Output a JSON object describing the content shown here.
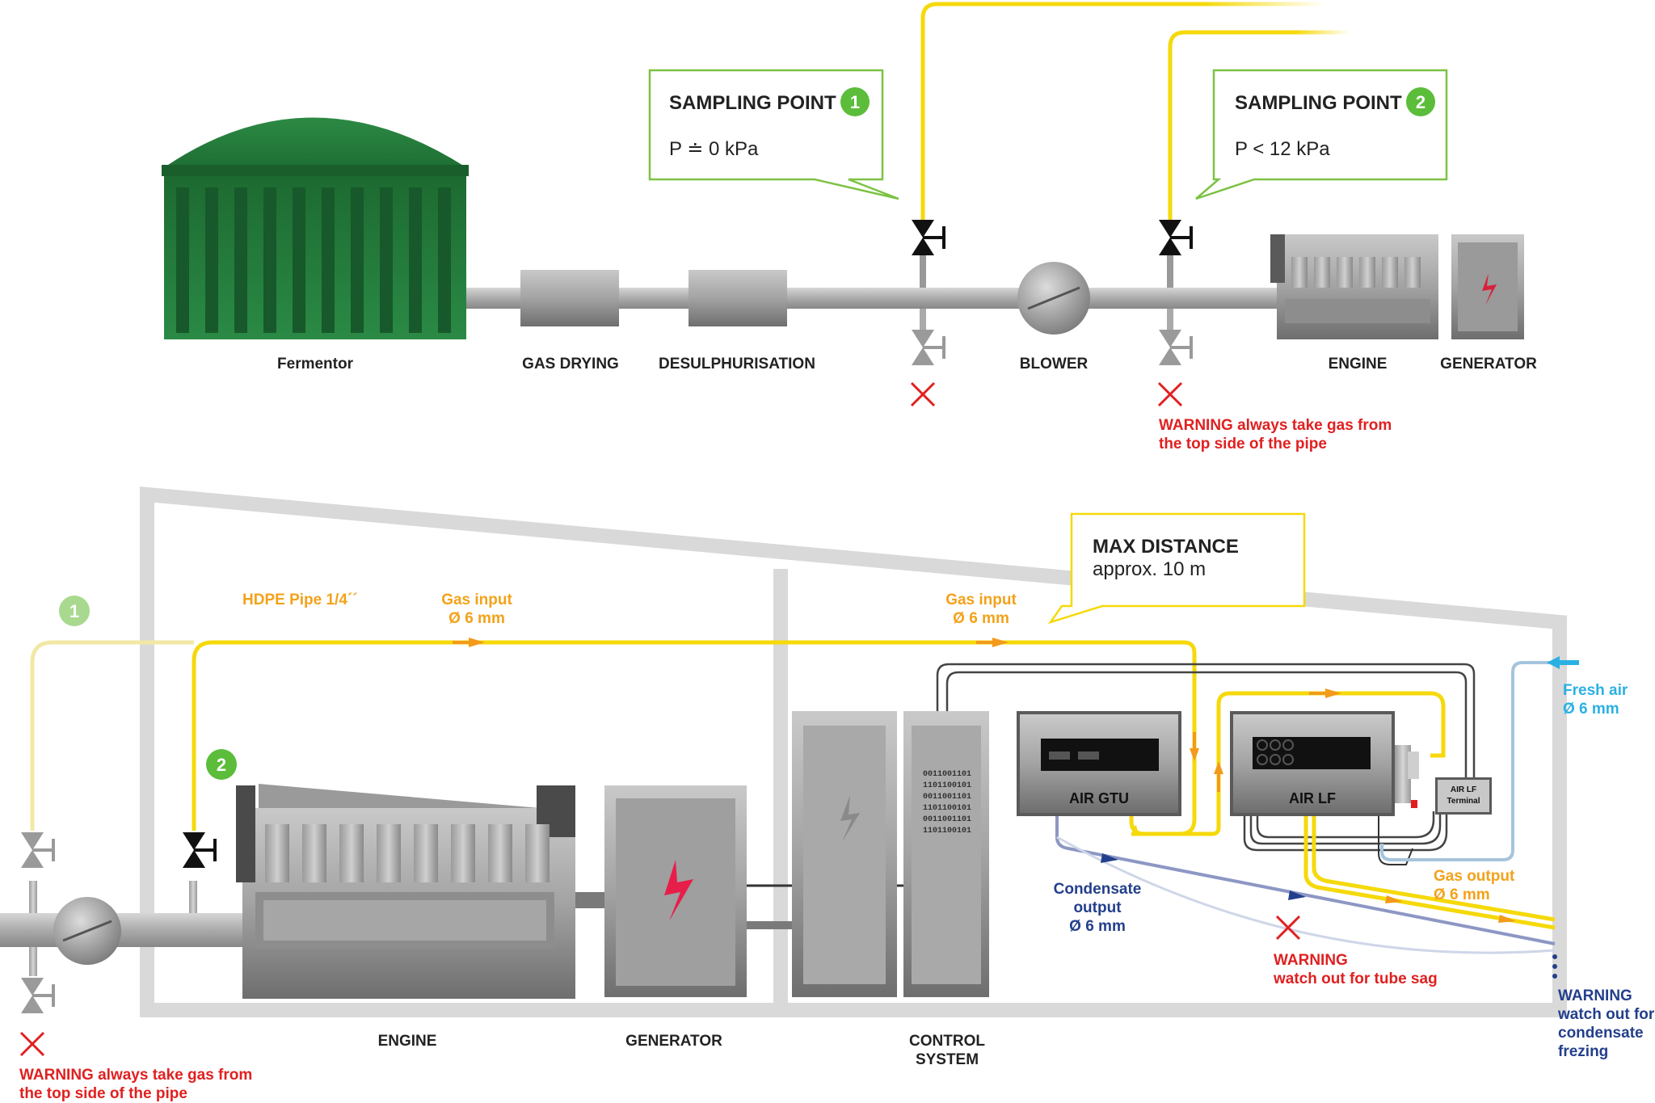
{
  "top": {
    "sampling_point_1": {
      "title": "SAMPLING POINT",
      "number": "1",
      "pressure": "P ≐ 0 kPa"
    },
    "sampling_point_2": {
      "title": "SAMPLING POINT",
      "number": "2",
      "pressure": "P < 12 kPa"
    },
    "labels": {
      "fermentor": "Fermentor",
      "gas_drying": "GAS DRYING",
      "desulphurisation": "DESULPHURISATION",
      "blower": "BLOWER",
      "engine": "ENGINE",
      "generator": "GENERATOR"
    },
    "warning": [
      "WARNING always take gas from",
      "the top side of the pipe"
    ]
  },
  "bottom": {
    "badge_1": "1",
    "badge_2": "2",
    "hdpe_pipe": "HDPE Pipe 1/4´´",
    "gas_input_1": [
      "Gas input",
      "Ø 6 mm"
    ],
    "gas_input_2": [
      "Gas input",
      "Ø 6 mm"
    ],
    "max_distance": {
      "title": "MAX DISTANCE",
      "value": "approx. 10 m"
    },
    "fresh_air": [
      "Fresh air",
      "Ø 6 mm"
    ],
    "air_gtu": "AIR GTU",
    "air_lf": "AIR LF",
    "air_lf_terminal": [
      "AIR LF",
      "Terminal"
    ],
    "binary_lines": [
      "0011001101",
      "1101100101",
      "0011001101",
      "1101100101",
      "0011001101",
      "1101100101"
    ],
    "condensate_output": [
      "Condensate",
      "output",
      "Ø 6 mm"
    ],
    "gas_output": [
      "Gas output",
      "Ø 6 mm"
    ],
    "warning_sag": [
      "WARNING",
      "watch out for tube sag"
    ],
    "warning_freezing": [
      "WARNING",
      "watch out for",
      "condensate",
      "frezing"
    ],
    "labels": {
      "engine": "ENGINE",
      "generator": "GENERATOR",
      "control_system": [
        "CONTROL",
        "SYSTEM"
      ]
    },
    "warning": [
      "WARNING always take gas from",
      "the top side of the pipe"
    ]
  },
  "colors": {
    "fermentor_green": "#1f6f34",
    "badge_green": "#5bbd3a",
    "callout_green": "#7cc243",
    "gas_yellow": "#f5d90a",
    "warning_red": "#e02020",
    "orange_text": "#f3a21a",
    "condensate_blue": "#233f8c",
    "fresh_air_cyan": "#2bb0e3"
  }
}
